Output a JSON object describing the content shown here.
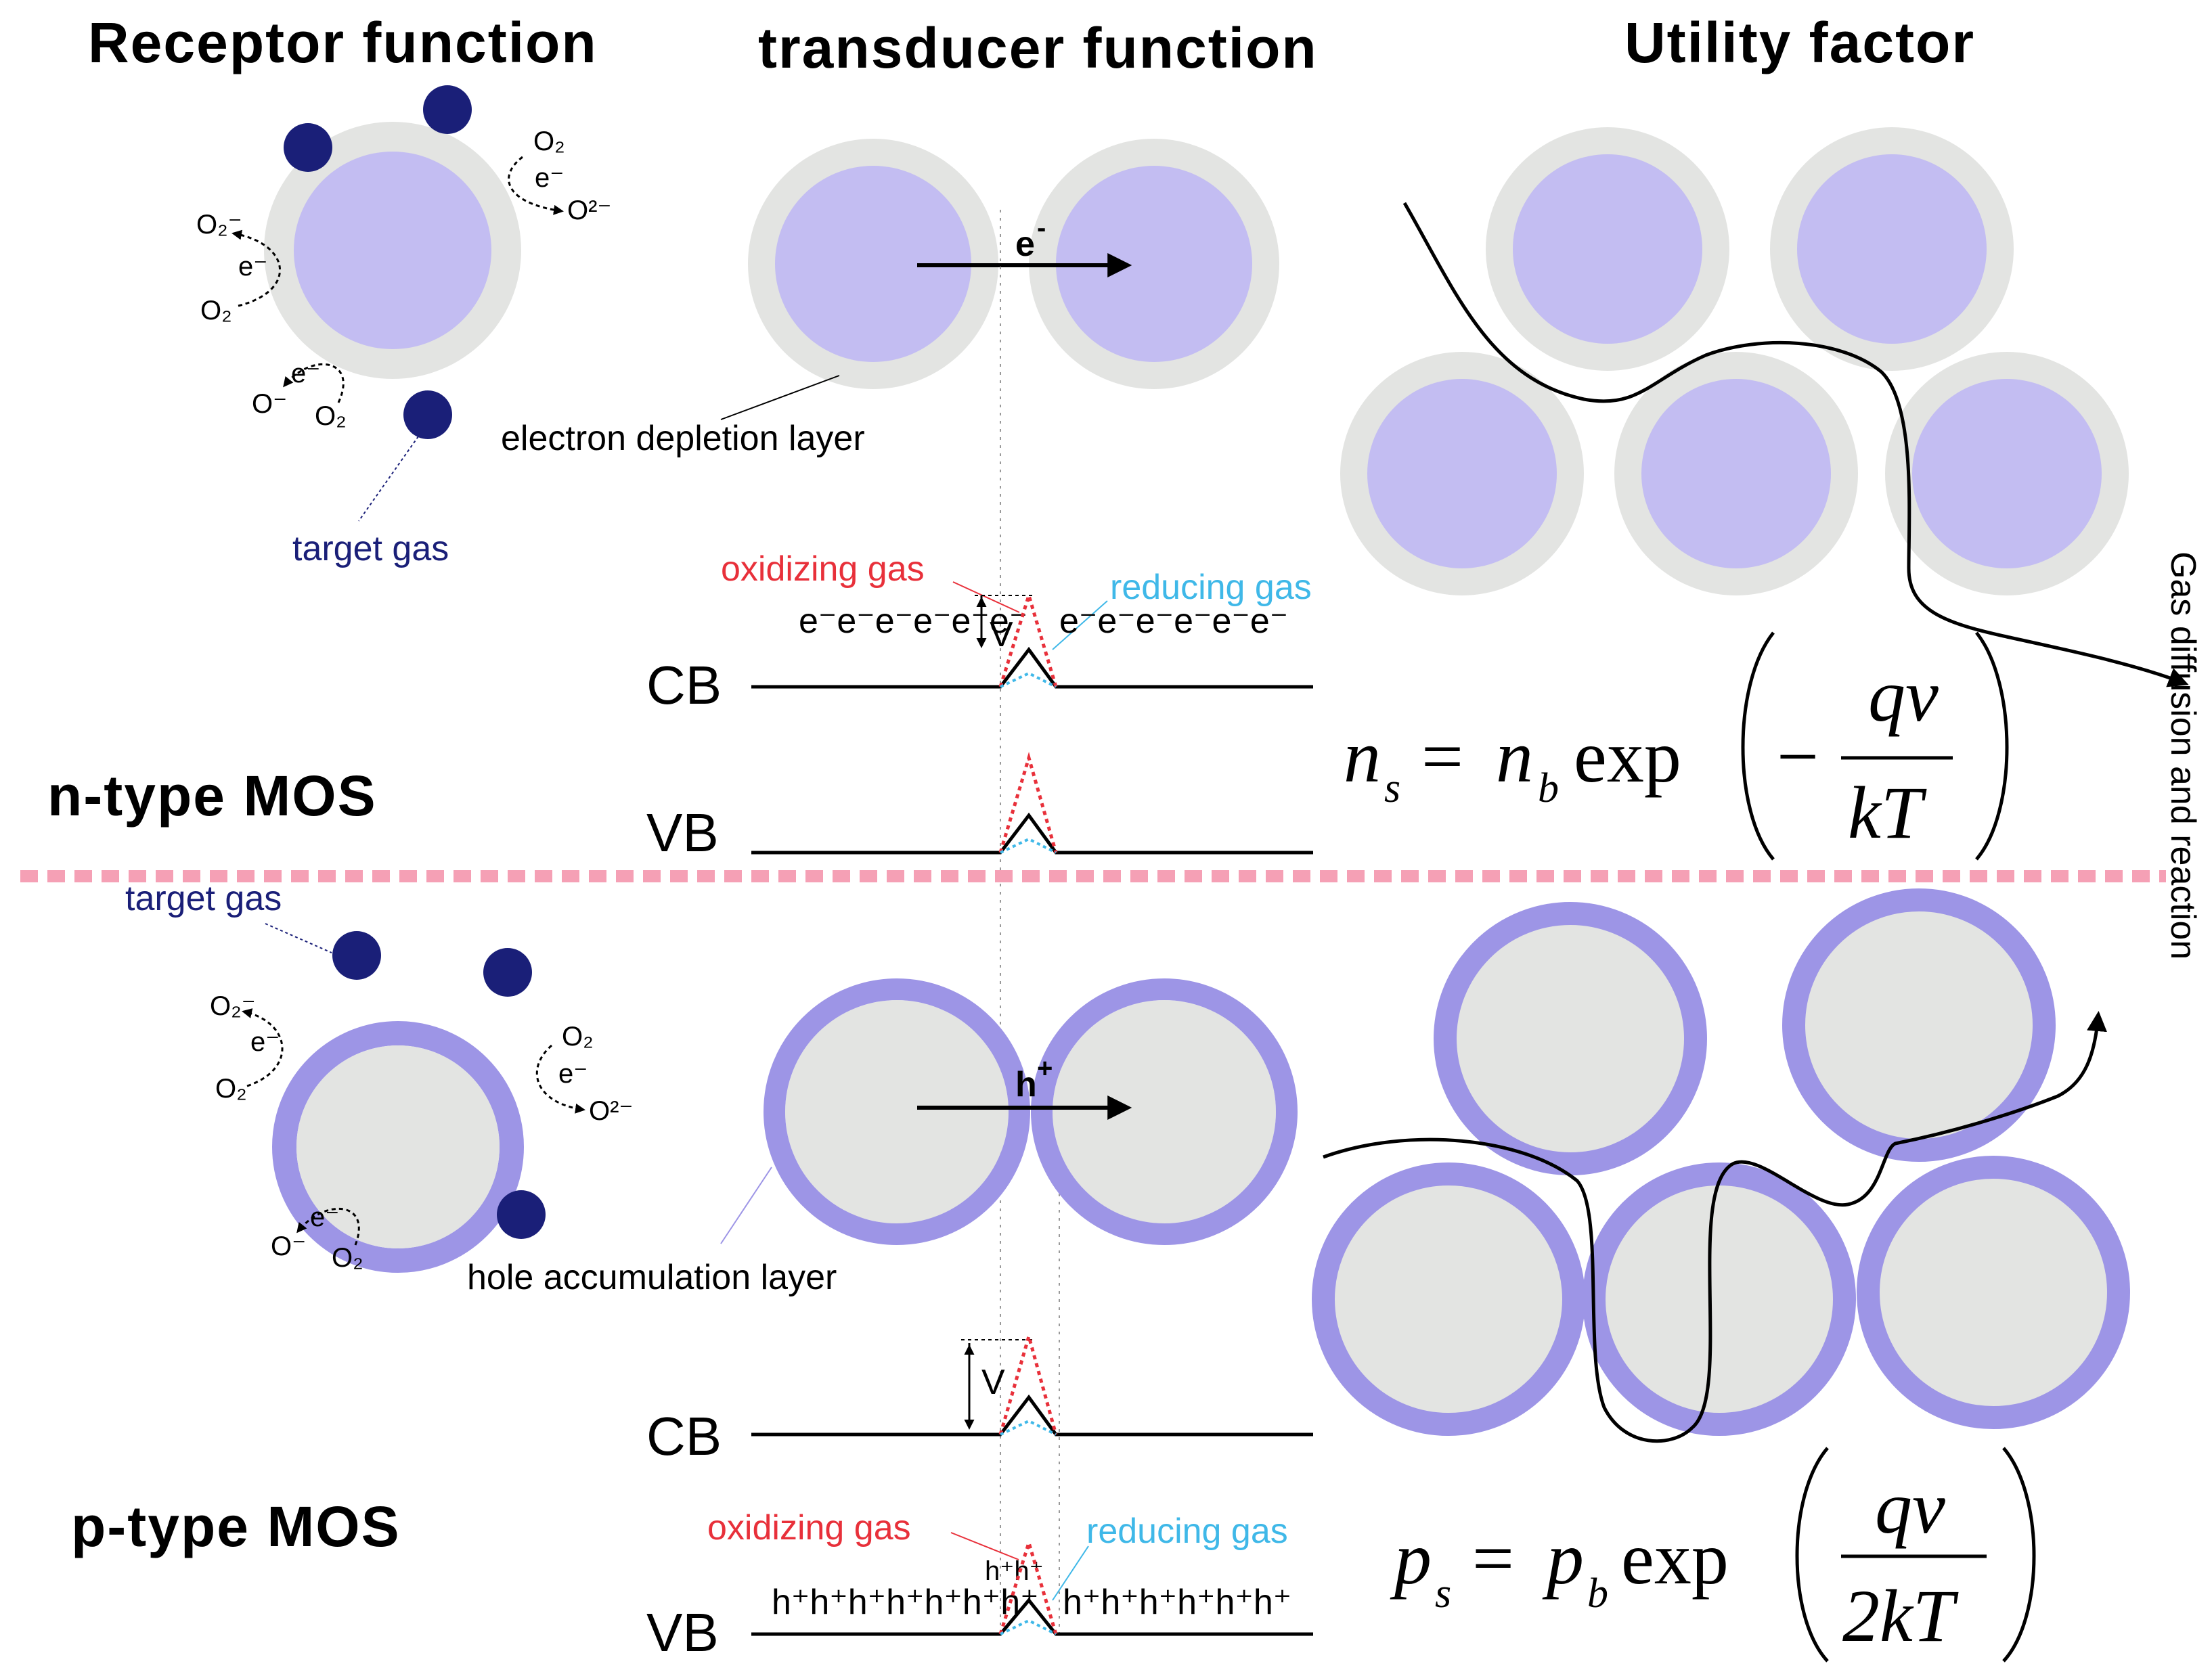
{
  "headings": {
    "receptor": "Receptor function",
    "transducer": "transducer function",
    "utility": "Utility factor"
  },
  "types": {
    "n": "n-type MOS",
    "p": "p-type MOS"
  },
  "labels": {
    "target_gas": "target gas",
    "electron_depletion": "electron depletion layer",
    "hole_accumulation": "hole accumulation layer",
    "oxidizing_gas": "oxidizing gas",
    "reducing_gas": "reducing gas",
    "cb": "CB",
    "vb": "VB",
    "v": "V",
    "gas_diffusion": "Gas diffusion and reaction",
    "electron_carrier": "e",
    "hole_carrier": "h"
  },
  "carriers": {
    "n_left": "e⁻e⁻e⁻e⁻e⁻e⁻",
    "n_right": "e⁻e⁻e⁻e⁻e⁻e⁻",
    "p_left": "h⁺h⁺h⁺h⁺h⁺h⁺h⁺",
    "p_right": "h⁺h⁺h⁺h⁺h⁺h⁺",
    "p_top": "h⁺h⁺"
  },
  "species": {
    "o2": "O₂",
    "o2_minus": "O₂⁻",
    "o_minus": "O⁻",
    "o_2minus": "O²⁻",
    "e_minus": "e⁻"
  },
  "equations": {
    "n": {
      "lhs": "n",
      "lhs_sub": "s",
      "rhs": "n",
      "rhs_sub": "b",
      "exp": "exp",
      "sign": "−",
      "num": "qv",
      "den": "kT"
    },
    "p": {
      "lhs": "p",
      "lhs_sub": "s",
      "rhs": "p",
      "rhs_sub": "b",
      "exp": "exp",
      "sign": "",
      "num": "qv",
      "den": "2kT"
    }
  },
  "colors": {
    "grain_core_n": "#c3bdf2",
    "shell_n": "#e3e4e2",
    "grain_core_p": "#e3e4e2",
    "shell_p": "#9d95e6",
    "gas_molecule": "#1a1f78",
    "divider": "#f5a0b5",
    "oxidizing": "#e8303a",
    "reducing": "#3fb8e8",
    "target_label": "#1a1f78"
  }
}
